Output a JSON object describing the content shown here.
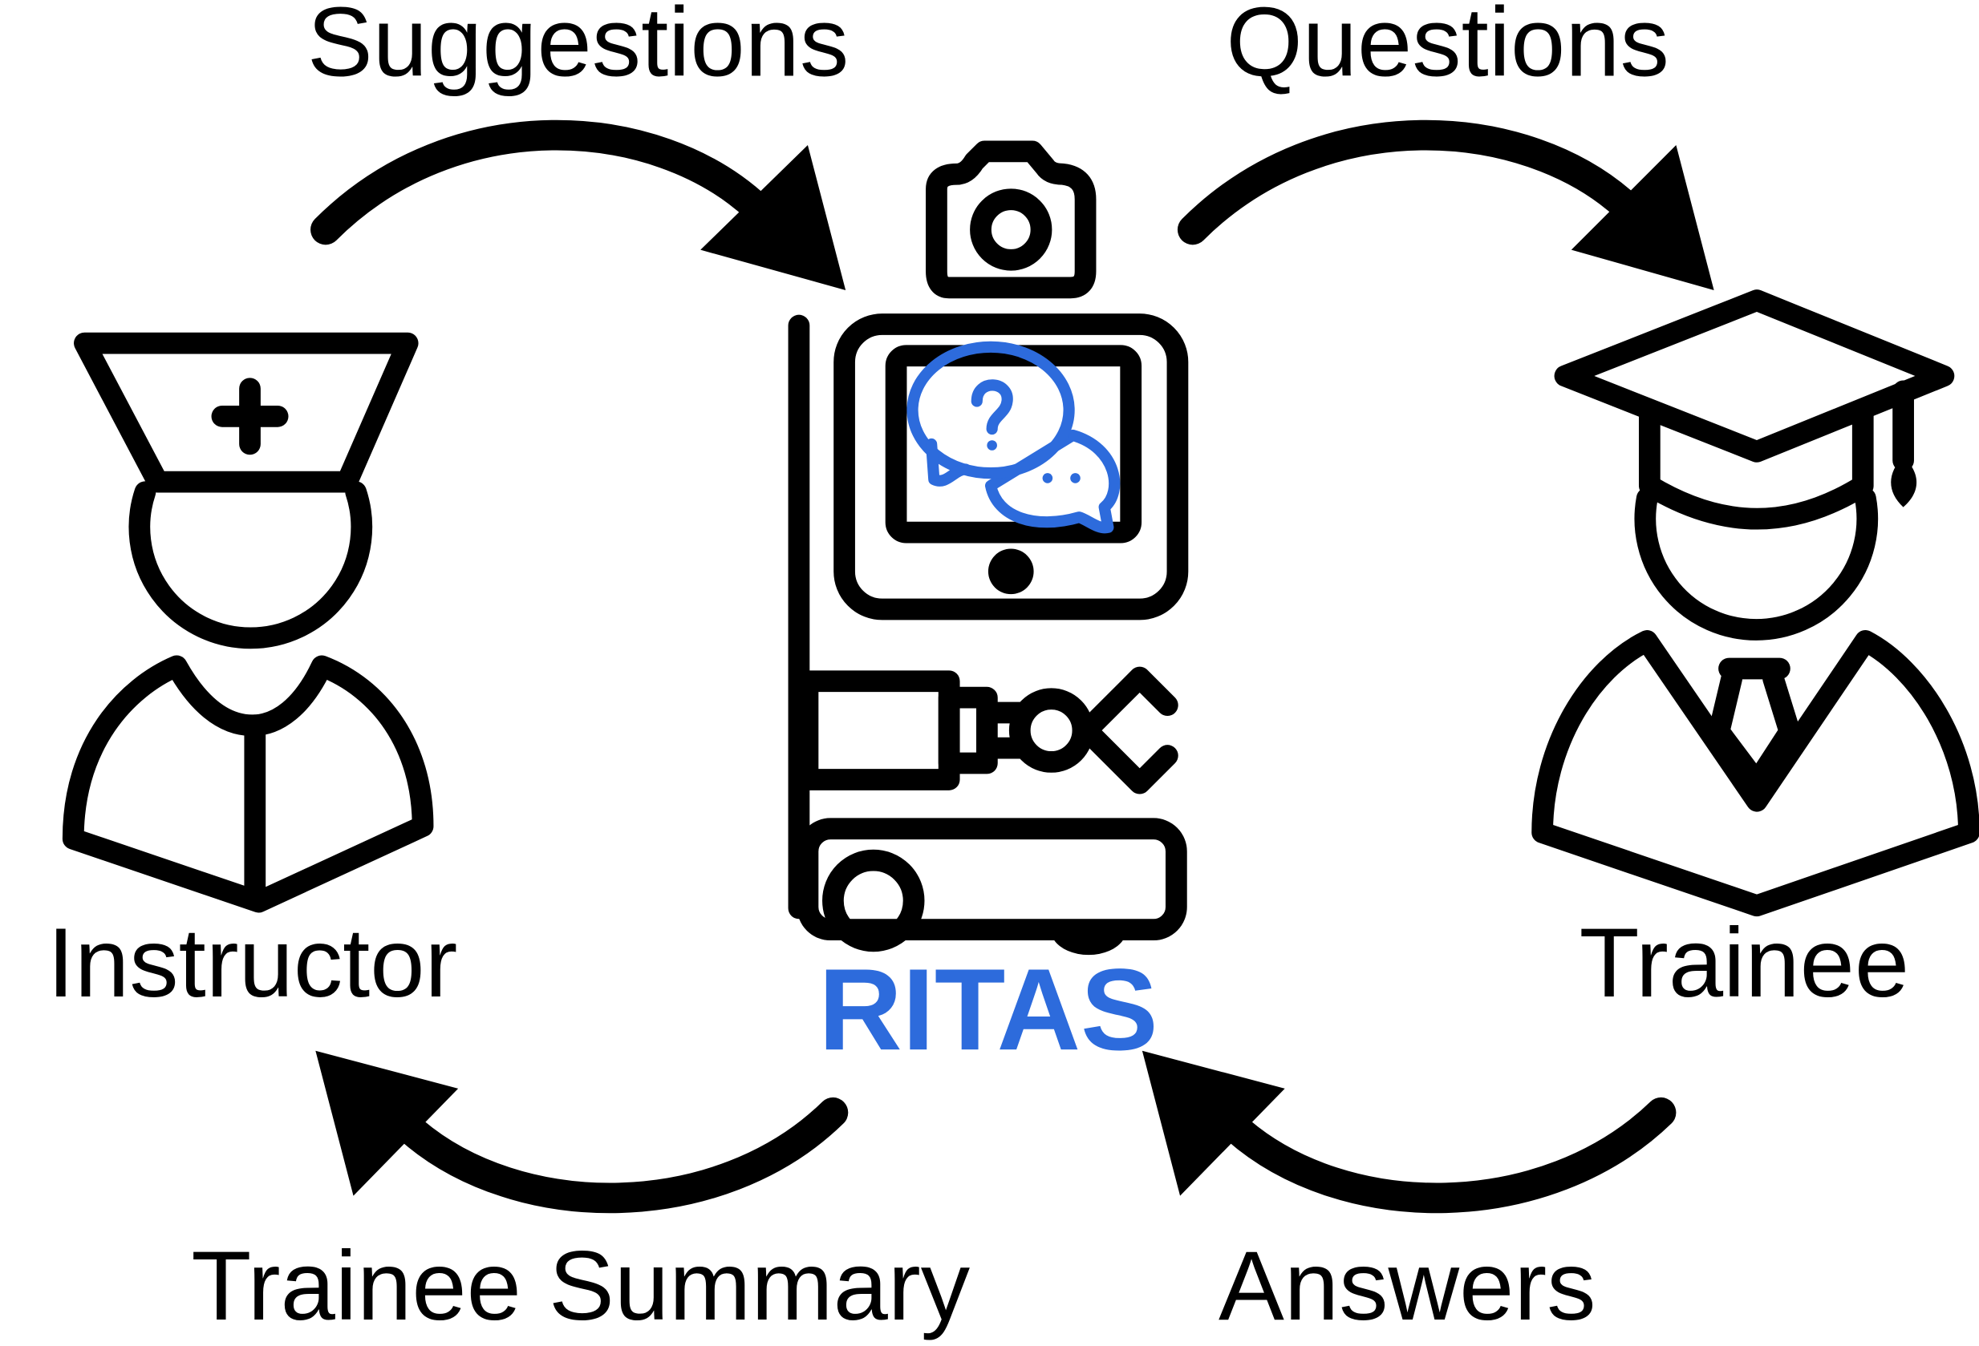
{
  "labels": {
    "suggestions": "Suggestions",
    "questions": "Questions",
    "instructor": "Instructor",
    "trainee": "Trainee",
    "system": "RITAS",
    "trainee_summary": "Trainee Summary",
    "answers": "Answers"
  },
  "colors": {
    "accent": "#2d6bdc",
    "ink": "#000000"
  },
  "icons": [
    "nurse-instructor-icon",
    "graduate-trainee-icon",
    "robot-tablet-icon",
    "camera-icon",
    "speech-bubbles-icon",
    "arrow-icon"
  ]
}
